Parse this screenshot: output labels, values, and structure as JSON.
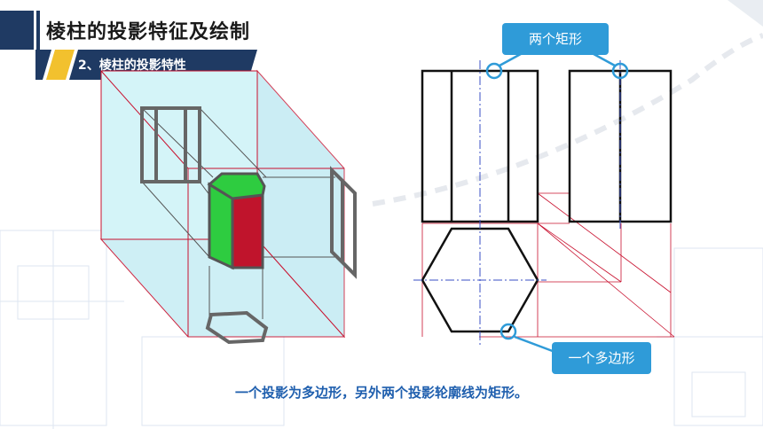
{
  "header": {
    "title": "棱柱的投影特征及绘制",
    "subtitle": "2、棱柱的投影特性"
  },
  "callouts": {
    "top": "两个矩形",
    "bottom": "一个多边形"
  },
  "caption": "一个投影为多边形，另外两个投影轮廓线为矩形。",
  "colors": {
    "navy": "#1f3a63",
    "accent_yellow": "#f2c12e",
    "callout_blue": "#2f9bd8",
    "caption_blue": "#1f5fae",
    "projection_red": "#c8102e",
    "face_green": "#2ecc40",
    "face_red": "#c0142c",
    "plane_cyan": "#bff0f5"
  }
}
